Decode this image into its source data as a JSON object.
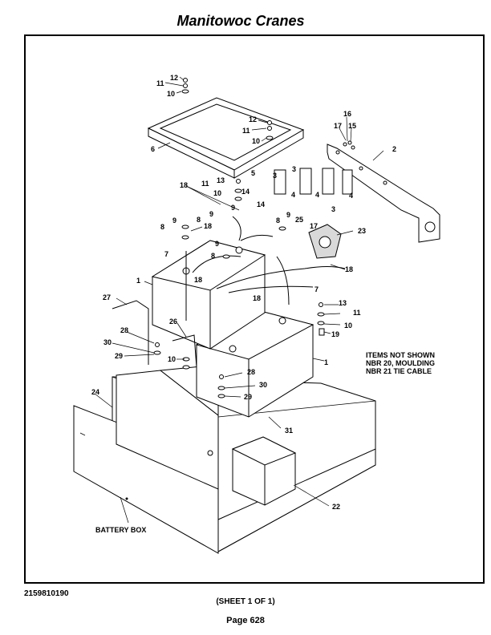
{
  "header": {
    "title": "Manitowoc Cranes"
  },
  "footer": {
    "doc_number": "2159810190",
    "sheet": "(SHEET 1 OF 1)",
    "page": "Page 628"
  },
  "note": {
    "lines": [
      "ITEMS NOT SHOWN",
      "NBR 20, MOULDING",
      "NBR 21 TIE CABLE"
    ]
  },
  "labels": {
    "battery_box": "BATTERY BOX",
    "n1": "1",
    "n2": "2",
    "n3": "3",
    "n4": "4",
    "n5": "5",
    "n6": "6",
    "n7": "7",
    "n8": "8",
    "n9": "9",
    "n10": "10",
    "n11": "11",
    "n12": "12",
    "n13": "13",
    "n14": "14",
    "n15": "15",
    "n16": "16",
    "n17": "17",
    "n18": "18",
    "n19": "19",
    "n22": "22",
    "n23": "23",
    "n24": "24",
    "n25": "25",
    "n26": "26",
    "n27": "27",
    "n28": "28",
    "n29": "29",
    "n30": "30",
    "n31": "31"
  }
}
